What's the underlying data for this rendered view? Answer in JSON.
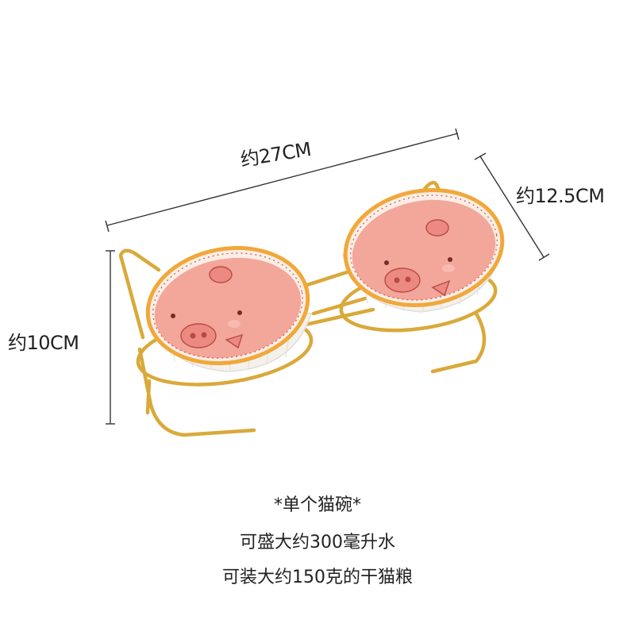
{
  "dimensions": {
    "width": "约27CM",
    "depth": "约12.5CM",
    "height": "约10CM"
  },
  "captions": [
    "*单个猫碗*",
    "可盛大约300毫升水",
    "可装大约150克的干猫粮"
  ],
  "colors": {
    "stand_gold": "#d9a93a",
    "bowl_rim": "#f0a83a",
    "bowl_inner": "#f3a69a",
    "bowl_outer": "#f4f1ec",
    "pig_face": "#ec8a82",
    "dim_line": "#333333"
  }
}
